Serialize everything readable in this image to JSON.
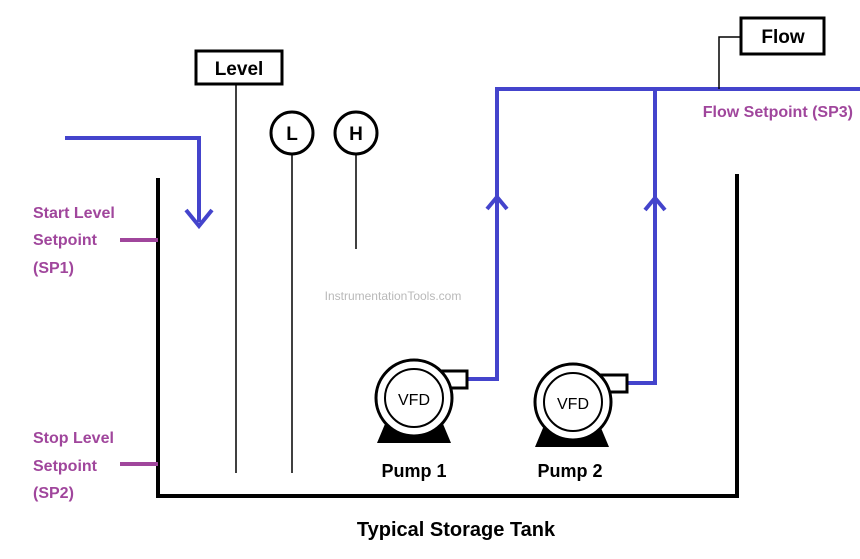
{
  "title": "Typical Storage Tank",
  "watermark": "InstrumentationTools.com",
  "instruments": {
    "level": "Level",
    "flow": "Flow",
    "low_switch": "L",
    "high_switch": "H"
  },
  "setpoints": {
    "sp1": [
      "Start Level",
      "Setpoint",
      "(SP1)"
    ],
    "sp2": [
      "Stop Level",
      "Setpoint",
      "(SP2)"
    ],
    "sp3": "Flow Setpoint (SP3)"
  },
  "pumps": [
    {
      "drive": "VFD",
      "label": "Pump 1"
    },
    {
      "drive": "VFD",
      "label": "Pump 2"
    }
  ],
  "colors": {
    "pipe": "#4444cc",
    "setpoint": "#a0469c",
    "line": "#000000",
    "watermark": "#b9b9b9"
  }
}
